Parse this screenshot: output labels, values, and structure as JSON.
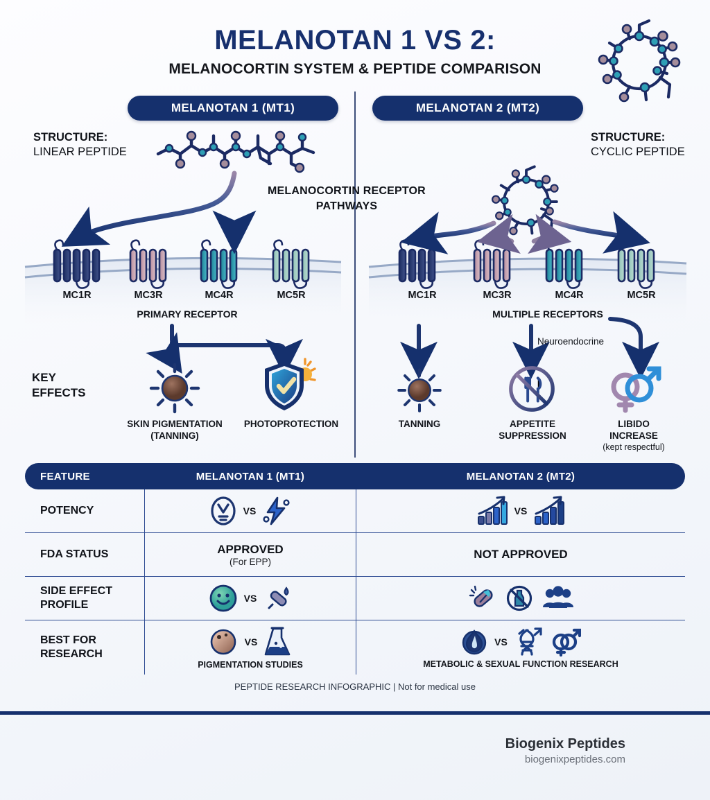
{
  "header": {
    "title": "MELANOTAN 1 VS 2:",
    "subtitle": "MELANOCORTIN SYSTEM & PEPTIDE COMPARISON",
    "hero_icon": "cyclic-peptide-molecule-icon"
  },
  "columns": {
    "left_pill": "MELANOTAN 1 (MT1)",
    "right_pill": "MELANOTAN 2 (MT2)"
  },
  "structure": {
    "left_heading": "STRUCTURE:",
    "left_value": "LINEAR PEPTIDE",
    "right_heading": "STRUCTURE:",
    "right_value": "CYCLIC PEPTIDE"
  },
  "pathway_caption": "MELANOCORTIN RECEPTOR PATHWAYS",
  "receptors": {
    "left": [
      {
        "name": "MC1R",
        "color": "#2c3f78",
        "targeted": true
      },
      {
        "name": "MC3R",
        "color": "#c5a0ab",
        "targeted": false
      },
      {
        "name": "MC4R",
        "color": "#2e9fb5",
        "targeted": true
      },
      {
        "name": "MC5R",
        "color": "#9dc9bf",
        "targeted": false
      }
    ],
    "right": [
      {
        "name": "MC1R",
        "color": "#2c3f78",
        "targeted": true
      },
      {
        "name": "MC3R",
        "color": "#c5a0ab",
        "targeted": true
      },
      {
        "name": "MC4R",
        "color": "#2e9fb5",
        "targeted": true
      },
      {
        "name": "MC5R",
        "color": "#9dc9bf",
        "targeted": true
      }
    ],
    "left_caption": "PRIMARY RECEPTOR",
    "right_caption": "MULTIPLE RECEPTORS"
  },
  "key_effects": {
    "label": "KEY\nEFFECTS",
    "label_line1": "KEY",
    "label_line2": "EFFECTS",
    "left": [
      {
        "icon": "tanning-sun-icon",
        "line1": "SKIN PIGMENTATION",
        "line2": "(TANNING)"
      },
      {
        "icon": "shield-sun-photoprotection-icon",
        "line1": "PHOTOPROTECTION",
        "line2": ""
      }
    ],
    "right": [
      {
        "icon": "tanning-sun-icon",
        "line1": "TANNING",
        "line2": "",
        "line3": ""
      },
      {
        "icon": "no-food-appetite-icon",
        "line1": "APPETITE",
        "line2": "SUPPRESSION",
        "line3": ""
      },
      {
        "icon": "gender-symbols-libido-icon",
        "line1": "LIBIDO",
        "line2": "INCREASE",
        "line3": "(kept respectful)"
      }
    ],
    "neuroendocrine_label": "Neuroendocrine"
  },
  "table": {
    "headers": [
      "FEATURE",
      "MELANOTAN 1 (MT1)",
      "MELANOTAN 2 (MT2)"
    ],
    "rows": [
      {
        "feature": "POTENCY",
        "feature_line2": "",
        "mt1": {
          "type": "icons",
          "icons": [
            "slow-funnel-circle-icon",
            "lightning-bolt-icon"
          ],
          "vs": "VS",
          "caption": ""
        },
        "mt2": {
          "type": "icons",
          "icons": [
            "rising-bar-chart-icon",
            "rising-bar-chart-icon"
          ],
          "vs": "VS",
          "caption": ""
        }
      },
      {
        "feature": "FDA STATUS",
        "feature_line2": "",
        "mt1": {
          "type": "text",
          "main": "APPROVED",
          "sub": "(For EPP)"
        },
        "mt2": {
          "type": "text",
          "main": "NOT APPROVED",
          "sub": ""
        }
      },
      {
        "feature": "SIDE EFFECT",
        "feature_line2": "PROFILE",
        "mt1": {
          "type": "icons",
          "icons": [
            "smiley-face-icon",
            "syringe-pen-icon"
          ],
          "vs": "VS",
          "caption": ""
        },
        "mt2": {
          "type": "icons",
          "icons": [
            "capsule-pill-icon",
            "no-nausea-bottle-icon",
            "people-group-icon"
          ],
          "vs": "",
          "caption": ""
        }
      },
      {
        "feature": "BEST FOR",
        "feature_line2": "RESEARCH",
        "mt1": {
          "type": "icons",
          "icons": [
            "skin-pigment-spot-icon",
            "lab-flask-icon"
          ],
          "vs": "VS",
          "caption": "PIGMENTATION STUDIES"
        },
        "mt2": {
          "type": "icons",
          "icons": [
            "metabolism-flame-drop-icon",
            "dna-helix-icon",
            "gender-symbols-icon"
          ],
          "vs": "VS",
          "caption": "METABOLIC & SEXUAL FUNCTION RESEARCH"
        }
      }
    ],
    "footnote": "PEPTIDE RESEARCH INFOGRAPHIC  | Not for medical use"
  },
  "brand": {
    "name": "Biogenix Peptides",
    "url": "biogenixpeptides.com"
  },
  "colors": {
    "navy": "#15306d",
    "deep_navy": "#17306e",
    "teal": "#2e9fb5",
    "mauve": "#c5a0ab",
    "sage": "#9dc9bf",
    "rule": "#2d4b92"
  }
}
